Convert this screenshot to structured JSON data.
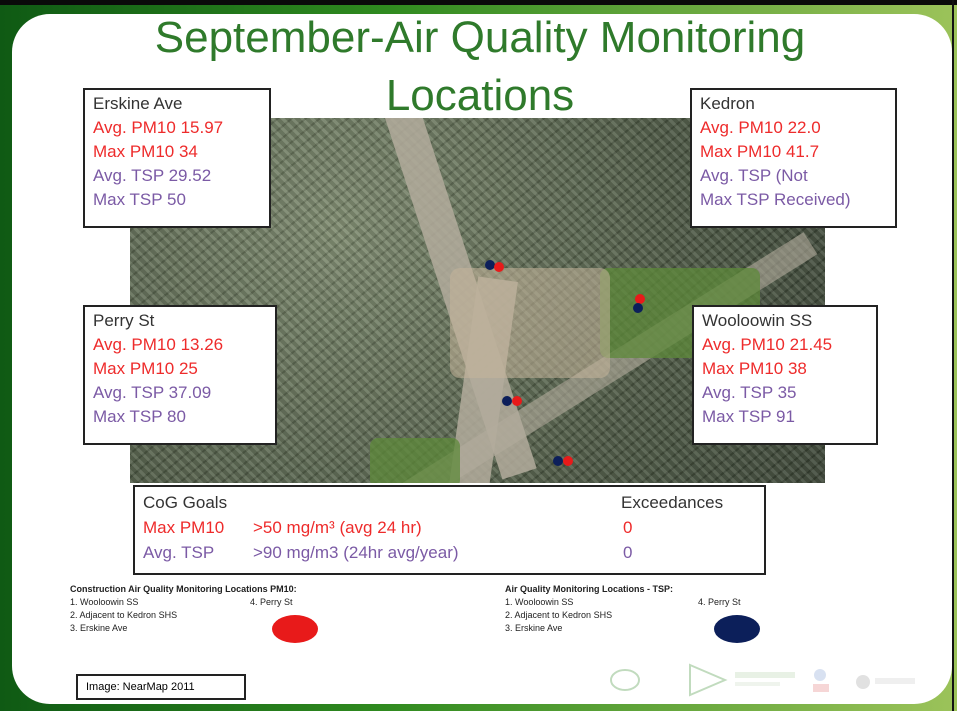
{
  "title": {
    "line1": "September-Air Quality Monitoring",
    "line2": "Locations"
  },
  "sites": {
    "erskine": {
      "name": "Erskine Ave",
      "avg_pm10": "Avg. PM10 15.97",
      "max_pm10": "Max PM10   34",
      "avg_tsp": "Avg. TSP   29.52",
      "max_tsp": "Max TSP   50"
    },
    "kedron": {
      "name": "Kedron",
      "avg_pm10": "Avg. PM10 22.0",
      "max_pm10": "Max PM10  41.7",
      "avg_tsp": "Avg. TSP (Not",
      "max_tsp": "Max TSP Received)"
    },
    "perry": {
      "name": "Perry St",
      "avg_pm10": "Avg. PM10 13.26",
      "max_pm10": "Max PM10 25",
      "avg_tsp": "Avg. TSP 37.09",
      "max_tsp": "Max TSP  80"
    },
    "wooloowin": {
      "name": "Wooloowin SS",
      "avg_pm10": "Avg. PM10 21.45",
      "max_pm10": "Max PM10  38",
      "avg_tsp": "Avg. TSP  35",
      "max_tsp": "Max TSP  91"
    }
  },
  "goals": {
    "heading": "CoG Goals",
    "exceedances_heading": "Exceedances",
    "pm10_label": "Max PM10",
    "pm10_goal": ">50 mg/m³  (avg 24 hr)",
    "pm10_exceed": "0",
    "tsp_label": "Avg. TSP",
    "tsp_goal": ">90 mg/m3 (24hr avg/year)",
    "tsp_exceed": "0"
  },
  "legend_pm10": {
    "title": "Construction Air Quality Monitoring Locations PM10:",
    "items": [
      "1.    Wooloowin SS",
      "2.    Adjacent to Kedron SHS",
      "3.    Erskine Ave"
    ],
    "item4": "4. Perry St",
    "color": "#e81a1a"
  },
  "legend_tsp": {
    "title": "Air Quality Monitoring Locations - TSP:",
    "items": [
      "1.    Wooloowin SS",
      "2.    Adjacent to Kedron SHS",
      "3.    Erskine Ave"
    ],
    "item4": "4. Perry St",
    "color": "#0c1f5a"
  },
  "credit": "Image: NearMap 2011"
}
